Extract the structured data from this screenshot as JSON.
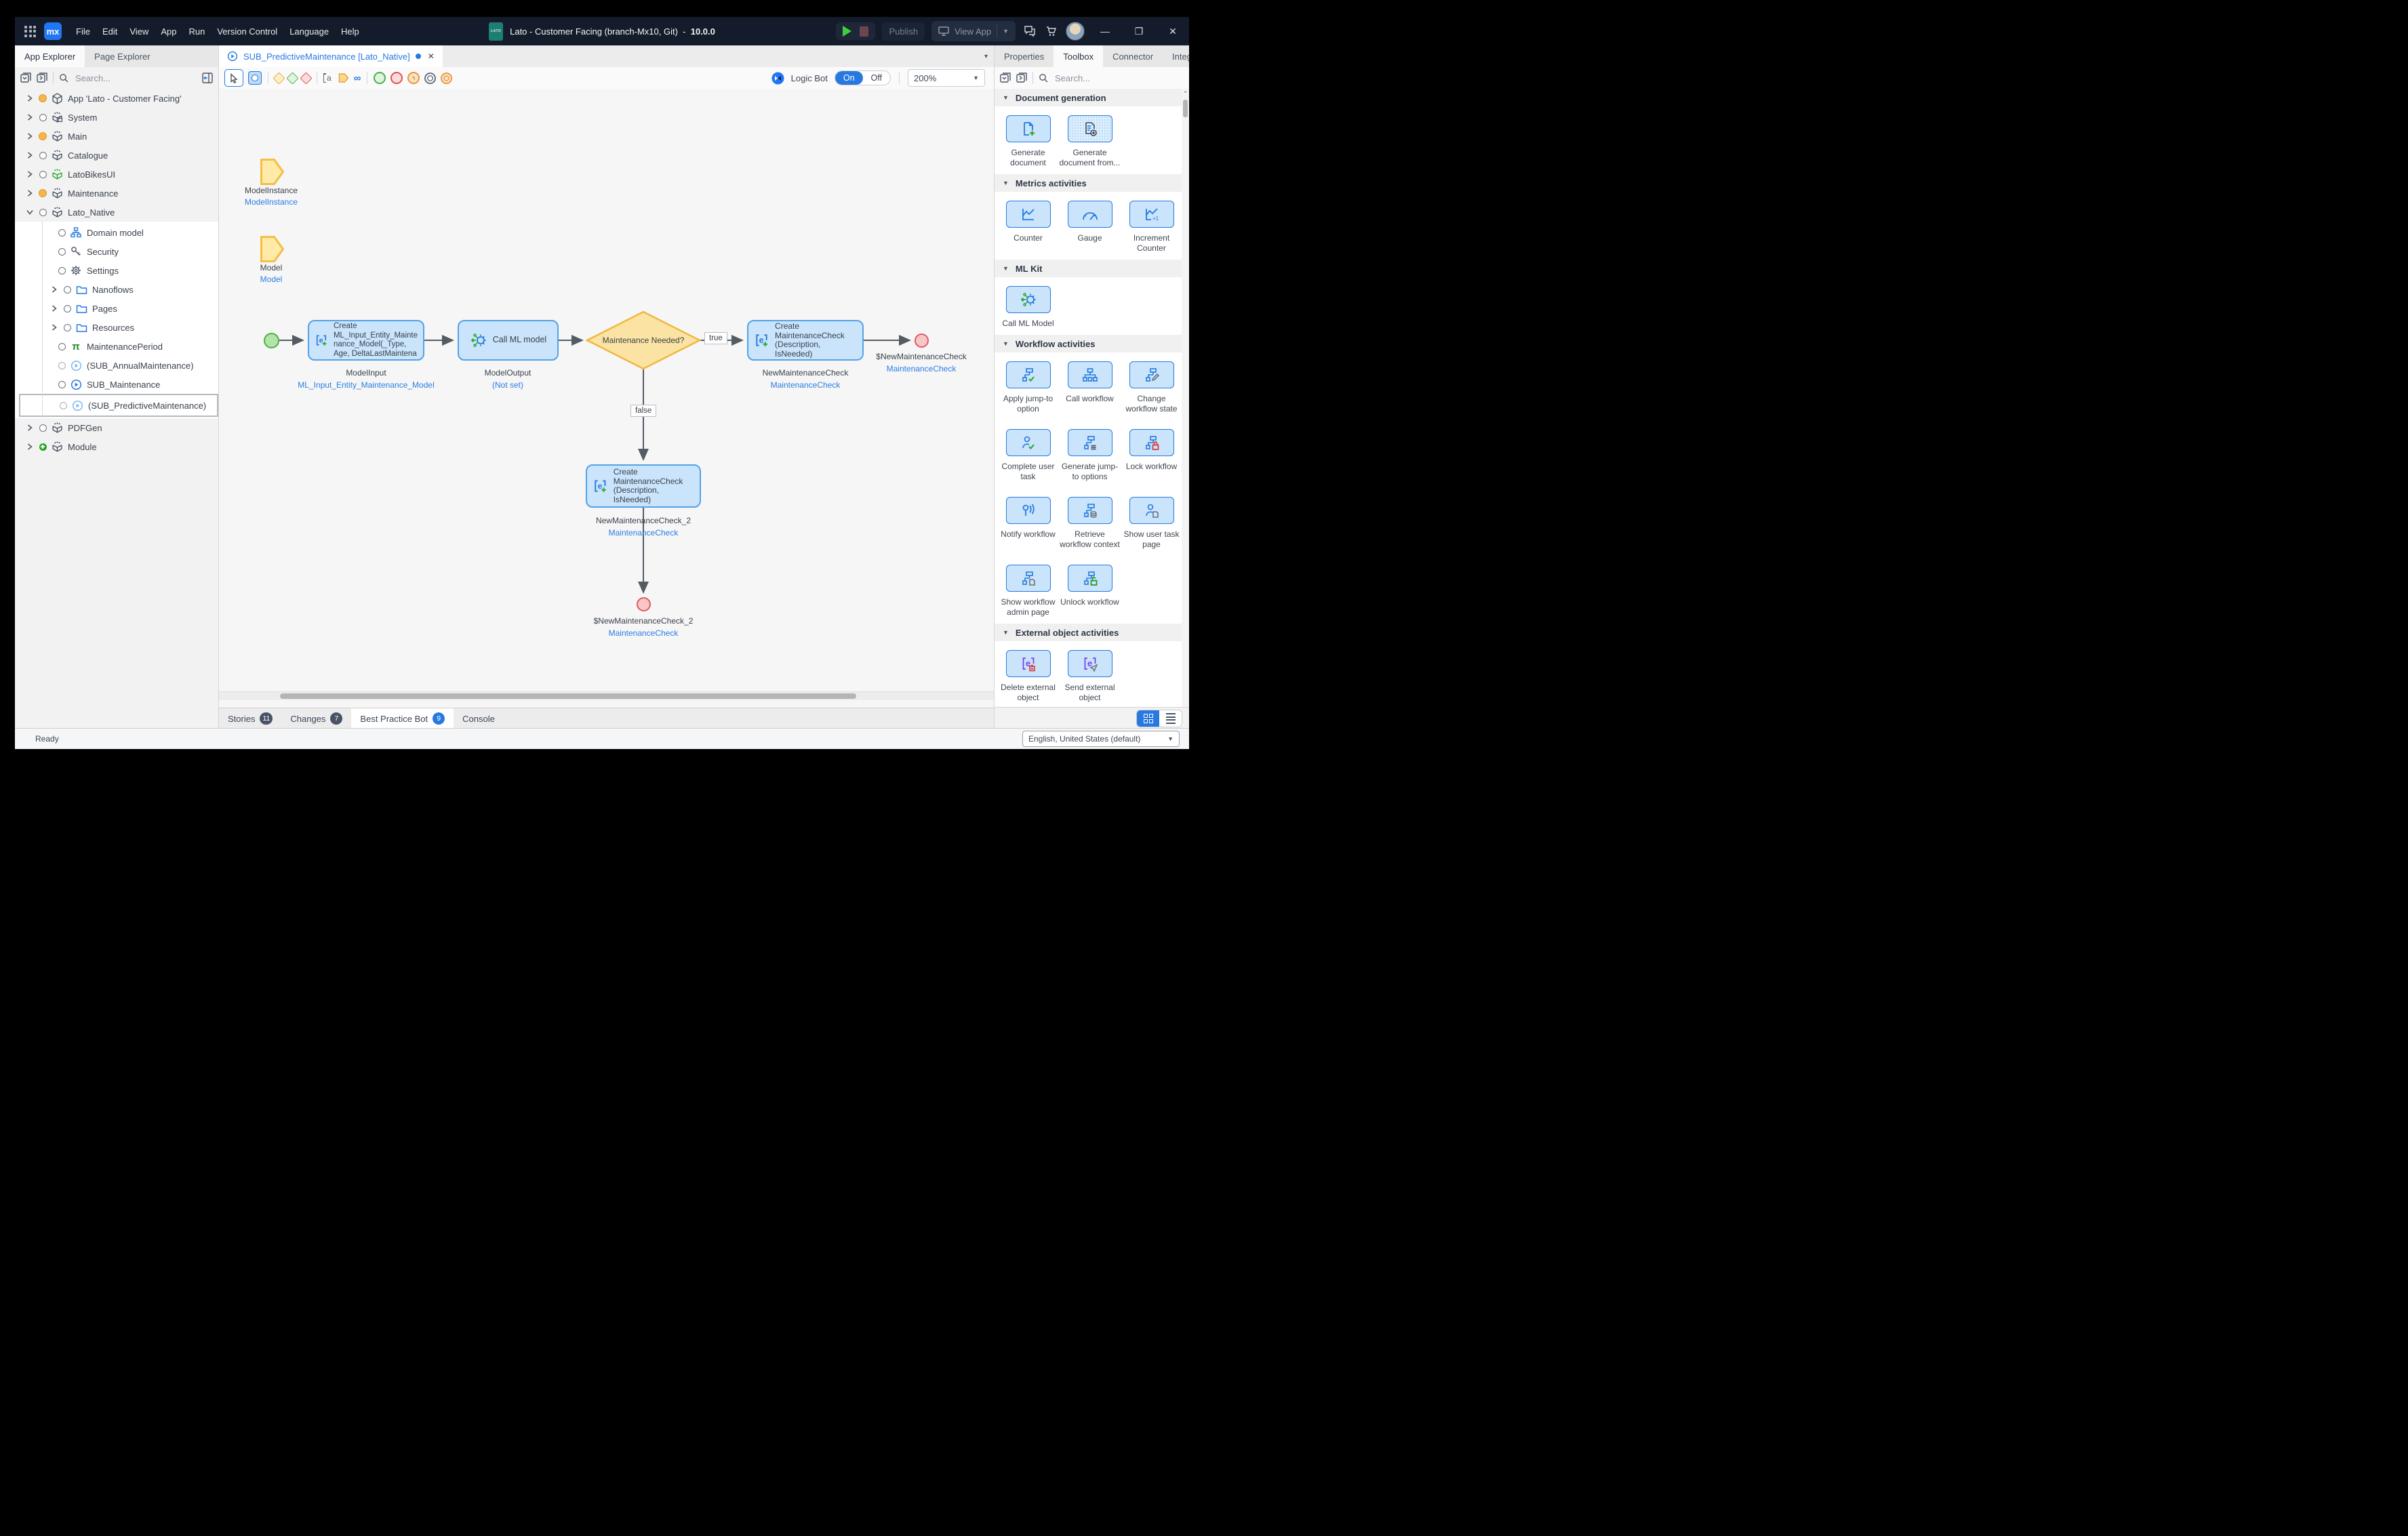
{
  "icons": {
    "close": "✕",
    "chevron_down": "▾",
    "minimize": "—",
    "restore": "❐",
    "up": "⌃",
    "pi": "π",
    "loop": "∞",
    "annotation": "a"
  },
  "header": {
    "logo": "mx",
    "app_logo": "LATO",
    "menu": [
      {
        "label": "File"
      },
      {
        "label": "Edit"
      },
      {
        "label": "View"
      },
      {
        "label": "App"
      },
      {
        "label": "Run"
      },
      {
        "label": "Version Control"
      },
      {
        "label": "Language"
      },
      {
        "label": "Help"
      }
    ],
    "title": "Lato - Customer Facing (branch-Mx10, Git)",
    "dash": "-",
    "version": "10.0.0",
    "publish": "Publish",
    "view_app": "View App"
  },
  "sidebar": {
    "tabs": [
      {
        "label": "App Explorer"
      },
      {
        "label": "Page Explorer"
      }
    ],
    "search": "Search...",
    "tree": [
      {
        "label": "App 'Lato - Customer Facing'"
      },
      {
        "label": "System"
      },
      {
        "label": "Main"
      },
      {
        "label": "Catalogue"
      },
      {
        "label": "LatoBikesUI"
      },
      {
        "label": "Maintenance"
      },
      {
        "label": "Lato_Native"
      },
      {
        "label": "Domain model"
      },
      {
        "label": "Security"
      },
      {
        "label": "Settings"
      },
      {
        "label": "Nanoflows"
      },
      {
        "label": "Pages"
      },
      {
        "label": "Resources"
      },
      {
        "label": "MaintenancePeriod"
      },
      {
        "label": "(SUB_AnnualMaintenance)"
      },
      {
        "label": "SUB_Maintenance"
      },
      {
        "label": "(SUB_PredictiveMaintenance)"
      },
      {
        "label": "PDFGen"
      },
      {
        "label": "Module"
      }
    ]
  },
  "editor": {
    "tab": "SUB_PredictiveMaintenance [Lato_Native]",
    "logic_bot": "Logic Bot",
    "on": "On",
    "off": "Off",
    "zoom": "200%"
  },
  "flow": {
    "params": [
      {
        "name": "ModelInstance",
        "entity": "ModelInstance"
      },
      {
        "name": "Model",
        "entity": "Model"
      }
    ],
    "act1": {
      "label": "Create\nML_Input_Entity_Mainte\nnance_Model(_Type,\nAge, DeltaLastMaintena",
      "caption": "ModelInput",
      "entity": "ML_Input_Entity_Maintenance_Model"
    },
    "act2": {
      "label": "Call ML model",
      "caption": "ModelOutput",
      "entity": "(Not set)"
    },
    "decision": {
      "label": "Maintenance Needed?",
      "true_label": "true",
      "false_label": "false"
    },
    "act3": {
      "label": "Create\nMaintenanceCheck\n(Description, IsNeeded)",
      "caption": "NewMaintenanceCheck",
      "entity": "MaintenanceCheck"
    },
    "end1": {
      "caption": "$NewMaintenanceCheck",
      "entity": "MaintenanceCheck"
    },
    "act4": {
      "label": "Create\nMaintenanceCheck\n(Description, IsNeeded)",
      "caption": "NewMaintenanceCheck_2",
      "entity": "MaintenanceCheck"
    },
    "end2": {
      "caption": "$NewMaintenanceCheck_2",
      "entity": "MaintenanceCheck"
    }
  },
  "toolbox": {
    "tabs": [
      {
        "label": "Properties"
      },
      {
        "label": "Toolbox"
      },
      {
        "label": "Connector"
      },
      {
        "label": "Integration"
      }
    ],
    "search": "Search...",
    "sections": [
      {
        "title": "Document generation",
        "items": [
          {
            "label": "Generate document"
          },
          {
            "label": "Generate document from..."
          }
        ]
      },
      {
        "title": "Metrics activities",
        "items": [
          {
            "label": "Counter"
          },
          {
            "label": "Gauge"
          },
          {
            "label": "Increment Counter"
          }
        ]
      },
      {
        "title": "ML Kit",
        "items": [
          {
            "label": "Call ML Model"
          }
        ]
      },
      {
        "title": "Workflow activities",
        "items": [
          {
            "label": "Apply jump-to option"
          },
          {
            "label": "Call workflow"
          },
          {
            "label": "Change workflow state"
          },
          {
            "label": "Complete user task"
          },
          {
            "label": "Generate jump-to options"
          },
          {
            "label": "Lock workflow"
          },
          {
            "label": "Notify workflow"
          },
          {
            "label": "Retrieve workflow context"
          },
          {
            "label": "Show user task page"
          },
          {
            "label": "Show workflow admin page"
          },
          {
            "label": "Unlock workflow"
          }
        ]
      },
      {
        "title": "External object activities",
        "items": [
          {
            "label": "Delete external object"
          },
          {
            "label": "Send external object"
          }
        ]
      }
    ]
  },
  "bottom": {
    "tabs": [
      {
        "label": "Stories",
        "count": "11"
      },
      {
        "label": "Changes",
        "count": "7"
      },
      {
        "label": "Best Practice Bot",
        "count": "9"
      },
      {
        "label": "Console",
        "count": ""
      }
    ],
    "status": "Ready",
    "language": "English, United States (default)"
  }
}
